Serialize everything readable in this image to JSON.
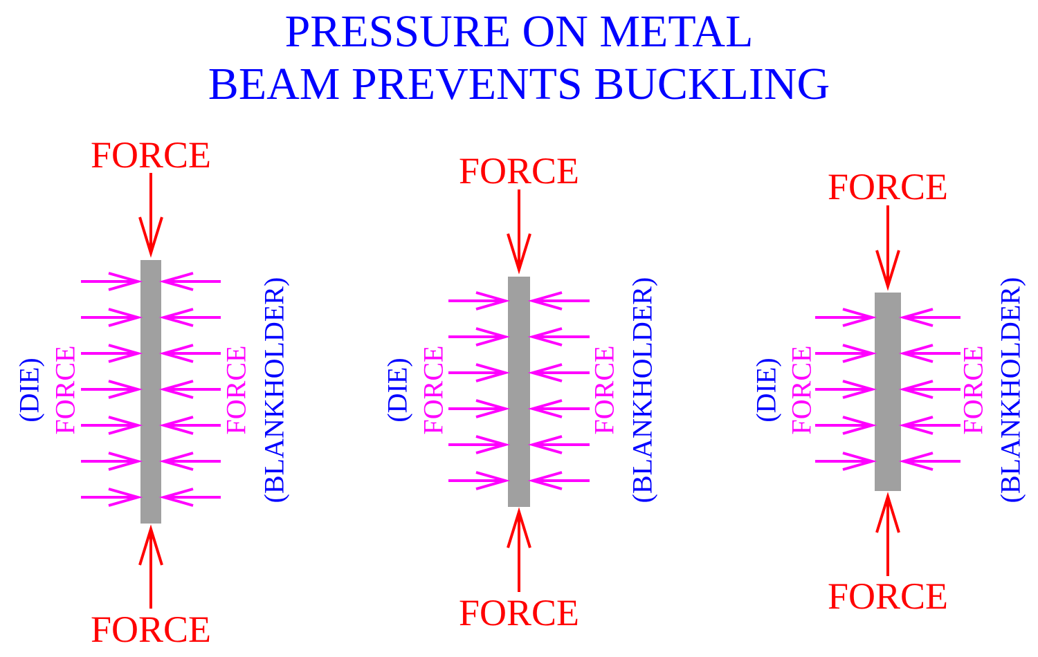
{
  "title": {
    "line1": "PRESSURE ON METAL",
    "line2": "BEAM PREVENTS BUCKLING"
  },
  "colors": {
    "title": "#0000ff",
    "axial_force": "#ff0000",
    "lateral_force": "#ff00ff",
    "beam": "#a0a0a0",
    "tool_label": "#0000ff"
  },
  "panels": [
    {
      "top_force_label": "FORCE",
      "bottom_force_label": "FORCE",
      "left_tool_label": "(DIE)",
      "left_force_label": "FORCE",
      "right_force_label": "FORCE",
      "right_tool_label": "(BLANKHOLDER)",
      "lateral_arrow_count": 7
    },
    {
      "top_force_label": "FORCE",
      "bottom_force_label": "FORCE",
      "left_tool_label": "(DIE)",
      "left_force_label": "FORCE",
      "right_force_label": "FORCE",
      "right_tool_label": "(BLANKHOLDER)",
      "lateral_arrow_count": 6
    },
    {
      "top_force_label": "FORCE",
      "bottom_force_label": "FORCE",
      "left_tool_label": "(DIE)",
      "left_force_label": "FORCE",
      "right_force_label": "FORCE",
      "right_tool_label": "(BLANKHOLDER)",
      "lateral_arrow_count": 5
    }
  ]
}
